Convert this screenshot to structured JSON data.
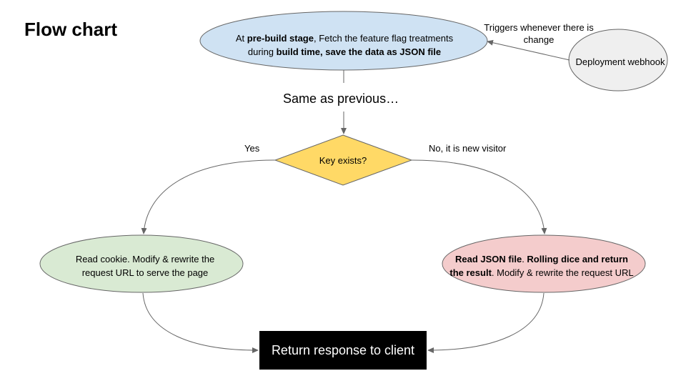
{
  "title": "Flow chart",
  "prebuild": {
    "seg1": "At ",
    "seg2": "pre-build stage",
    "seg3": ", Fetch the feature flag treatments during ",
    "seg4": "build time, save the data as JSON file"
  },
  "deployment": {
    "label": "Deployment webhook"
  },
  "trigger_label": "Triggers whenever there is change",
  "same_label": "Same as previous…",
  "decision": {
    "label": "Key exists?"
  },
  "yes_label": "Yes",
  "no_label": "No, it is new visitor",
  "cookie": {
    "label": "Read cookie. Modify & rewrite the request URL to serve the page"
  },
  "json": {
    "seg1": "Read JSON file",
    "seg2": ". ",
    "seg3": "Rolling dice and return the result",
    "seg4": ". Modify & rewrite the request URL"
  },
  "response": {
    "label": "Return response to client"
  },
  "colors": {
    "prebuild_fill": "#cfe2f3",
    "deployment_fill": "#efefef",
    "decision_fill": "#ffd966",
    "cookie_fill": "#d9ead3",
    "json_fill": "#f4cccc",
    "response_fill": "#000000",
    "stroke": "#666666"
  }
}
